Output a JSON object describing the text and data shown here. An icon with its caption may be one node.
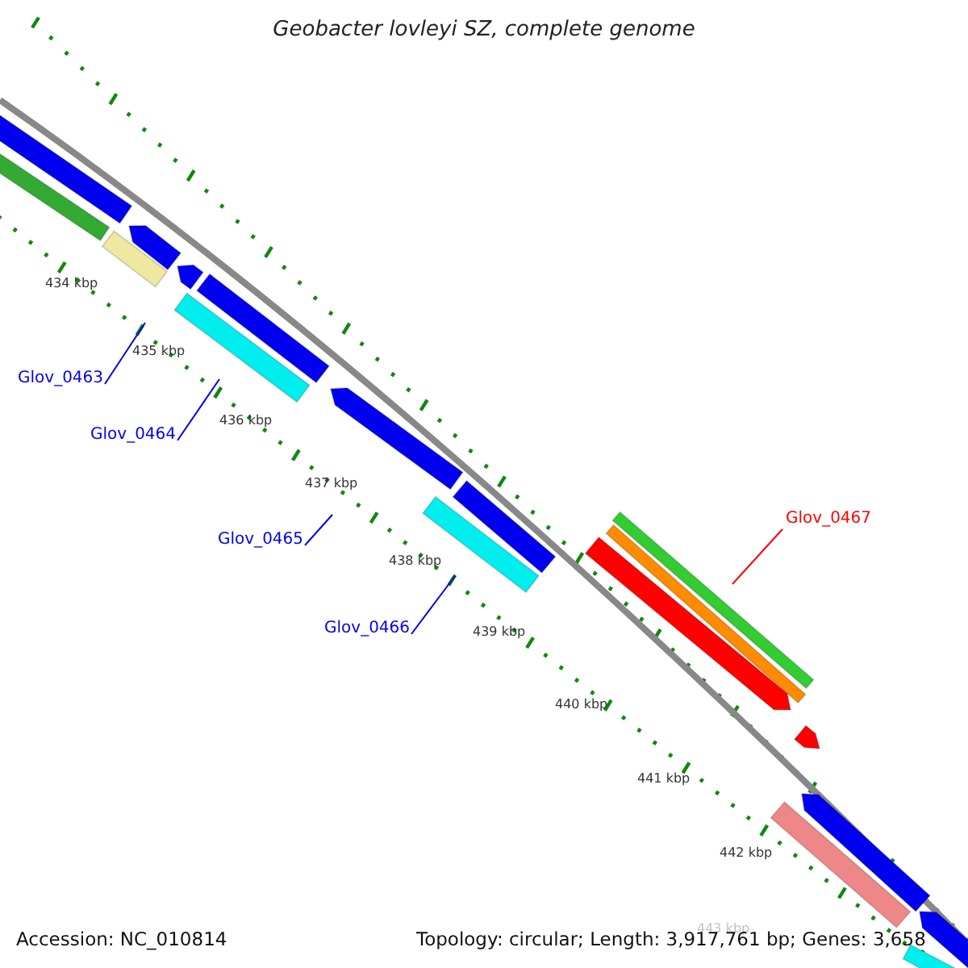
{
  "diagram": {
    "title": "Geobacter lovleyi SZ, complete genome",
    "nodes": [
      {
        "text": [
          "Glov_0463"
        ]
      },
      {
        "text": [
          "Glov_0464"
        ]
      },
      {
        "text": [
          "Glov_0465"
        ]
      },
      {
        "text": [
          "Glov_0466"
        ]
      },
      {
        "text": [
          "Glov_0467"
        ]
      }
    ],
    "edges": [
      {
        "from": 0,
        "to": null,
        "arrow": "none"
      },
      {
        "from": 1,
        "to": null,
        "arrow": "none"
      },
      {
        "from": 2,
        "to": null,
        "arrow": "none"
      },
      {
        "from": 3,
        "to": null,
        "arrow": "none"
      },
      {
        "from": 4,
        "to": null,
        "arrow": "none",
        "color": "#ff0000"
      }
    ],
    "labels": [
      "434 kbp",
      "435 kbp",
      "436 kbp",
      "437 kbp",
      "438 kbp",
      "439 kbp",
      "440 kbp",
      "441 kbp",
      "442 kbp",
      "443 kbp",
      "Accession: NC_010814",
      "Topology: circular; Length: 3,917,761 bp; Genes: 3,658"
    ]
  }
}
